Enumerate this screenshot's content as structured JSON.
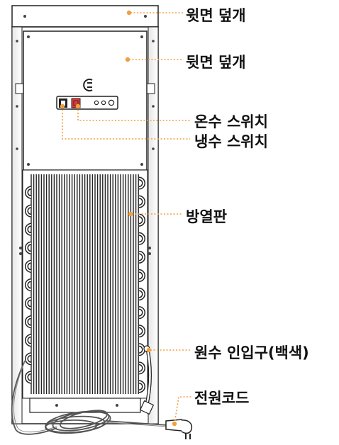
{
  "labels": {
    "top_cover": "윗면 덮개",
    "back_cover": "뒷면 덮개",
    "hot_switch": "온수 스위치",
    "cold_switch": "냉수 스위치",
    "radiator": "방열판",
    "water_inlet": "원수 인입구(백색)",
    "power_cord": "전원코드"
  },
  "colors": {
    "leader": "#f0a040",
    "outline": "#222222",
    "hot_switch": "#e53935",
    "cold_switch": "#222222"
  },
  "icons": {
    "plug_symbol": "plug-icon"
  }
}
